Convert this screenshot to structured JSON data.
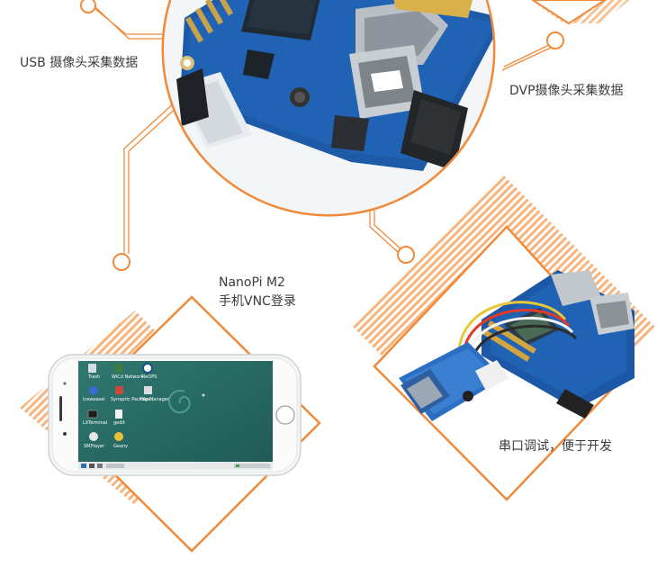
{
  "captions": {
    "usb_camera": "USB 摄像头采集数据",
    "dvp_camera": "DVP摄像头采集数据",
    "model": "NanoPi M2",
    "vnc_login": "手机VNC登录",
    "serial_debug": "串口调试，便于开发"
  },
  "desktop_icons": [
    {
      "label": "Trash",
      "icon": "trash-icon"
    },
    {
      "label": "WiCd Network",
      "icon": "network-icon"
    },
    {
      "label": "ReOPS",
      "icon": "q-icon"
    },
    {
      "label": "Iceweasel",
      "icon": "browser-icon"
    },
    {
      "label": "Synaptic Package...",
      "icon": "package-icon"
    },
    {
      "label": "File Manager",
      "icon": "folder-icon"
    },
    {
      "label": "LXTerminal",
      "icon": "terminal-icon"
    },
    {
      "label": "gedit",
      "icon": "editor-icon"
    },
    {
      "label": "SMPlayer",
      "icon": "player-icon"
    },
    {
      "label": "Geany",
      "icon": "geany-icon"
    }
  ],
  "colors": {
    "accent": "#f08a3a",
    "stripe": "#f7a765",
    "desktop": "#2b6f68",
    "board": "#1d5aa8"
  }
}
